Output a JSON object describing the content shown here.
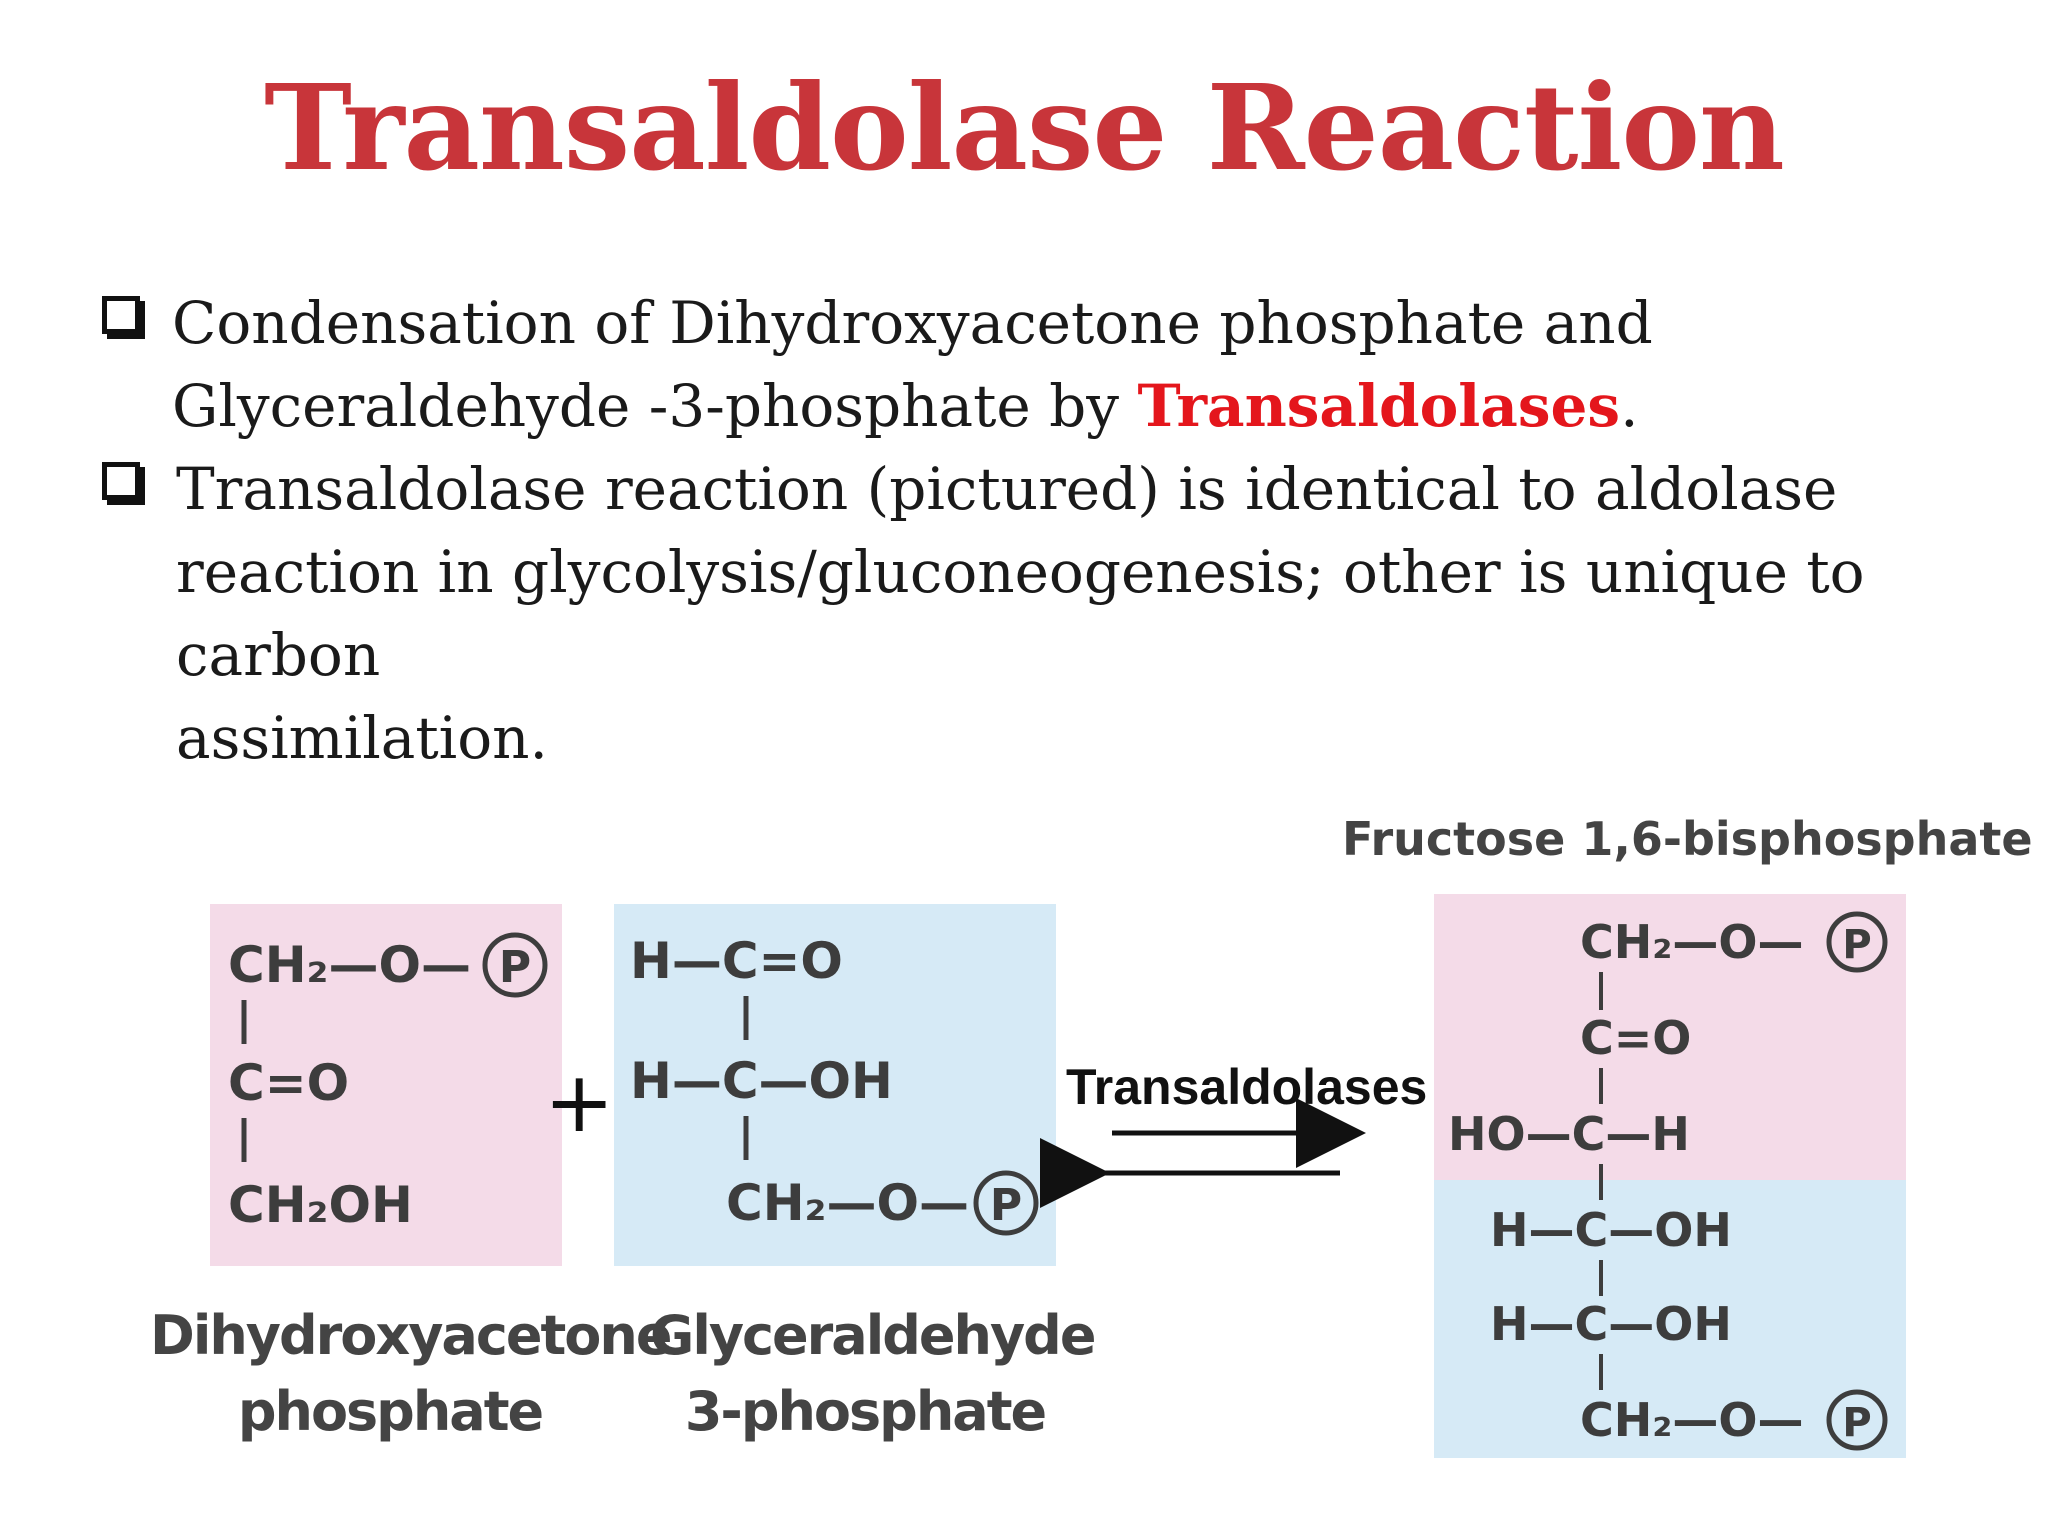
{
  "slide": {
    "title": "Transaldolase Reaction",
    "bullets": [
      {
        "line1": "Condensation of Dihydroxyacetone phosphate and",
        "line2_pre": "Glyceraldehyde -3-phosphate by ",
        "line2_highlight": "Transaldolases",
        "line2_post": "."
      },
      {
        "line1": "Transaldolase reaction (pictured) is identical to aldolase",
        "line2": "reaction in glycolysis/gluconeogenesis; other is unique to carbon",
        "line3": "assimilation."
      }
    ]
  },
  "diagram": {
    "plus": "+",
    "enzyme": "Transaldolases",
    "dhap": {
      "formula": [
        "CH₂—O—",
        "C=O",
        "CH₂OH"
      ],
      "caption_line1": "Dihydroxyacetone",
      "caption_line2": "phosphate"
    },
    "g3p": {
      "formula": [
        "H—C=O",
        "H—C—OH",
        "CH₂—O—"
      ],
      "caption_line1": "Glyceraldehyde",
      "caption_line2": "3-phosphate"
    },
    "fbp": {
      "title": "Fructose 1,6-bisphosphate",
      "formula": [
        "CH₂—O—",
        "C=O",
        "HO—C—H",
        "H—C—OH",
        "H—C—OH",
        "CH₂—O—"
      ]
    },
    "phosphate_symbol": "P"
  },
  "colors": {
    "title": "#c8353a",
    "highlight": "#e4161c",
    "pink_box": "#f4dbe8",
    "blue_box": "#d6eaf6"
  }
}
